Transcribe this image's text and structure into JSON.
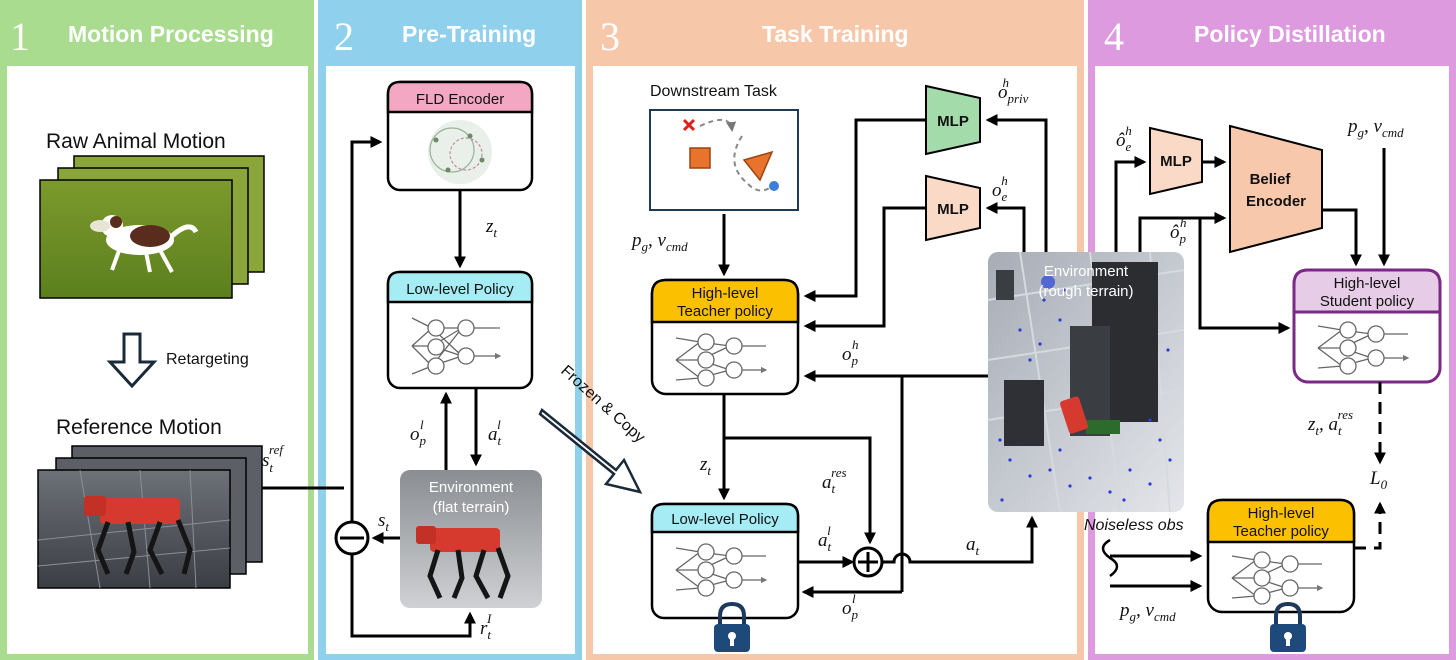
{
  "panels": [
    {
      "number": "1",
      "title": "Motion Processing"
    },
    {
      "number": "2",
      "title": "Pre-Training"
    },
    {
      "number": "3",
      "title": "Task Training"
    },
    {
      "number": "4",
      "title": "Policy Distillation"
    }
  ],
  "colors": {
    "panel1": "#a9dc8f",
    "panel2": "#8fd0ec",
    "panel3": "#f7c7aa",
    "panel4": "#dd9ade",
    "header_pink": "#f4a7c2",
    "header_cyan": "#a6ecf4",
    "header_yellow": "#fbc000",
    "header_lavender": "#e6cce6",
    "mlp_green": "#a3dcaa",
    "mlp_peach": "#fad9c6",
    "encoder_peach": "#f7c8ac"
  },
  "motion": {
    "raw_label": "Raw Animal Motion",
    "retarget_label": "Retargeting",
    "ref_label": "Reference Motion"
  },
  "pretraining": {
    "encoder_title": "FLD Encoder",
    "policy_title": "Low-level Policy",
    "env_line1": "Environment",
    "env_line2": "(flat terrain)"
  },
  "task": {
    "downstream_label": "Downstream Task",
    "frozen_label": "Frozen & Copy",
    "teacher_line1": "High-level",
    "teacher_line2": "Teacher policy",
    "lowlevel_title": "Low-level Policy",
    "mlp_label": "MLP",
    "env_line1": "Environment",
    "env_line2": "(rough terrain)"
  },
  "distill": {
    "mlp_label": "MLP",
    "encoder_line1": "Belief",
    "encoder_line2": "Encoder",
    "student_line1": "High-level",
    "student_line2": "Student policy",
    "teacher_line1": "High-level",
    "teacher_line2": "Teacher policy",
    "noiseless_label": "Noiseless obs"
  }
}
